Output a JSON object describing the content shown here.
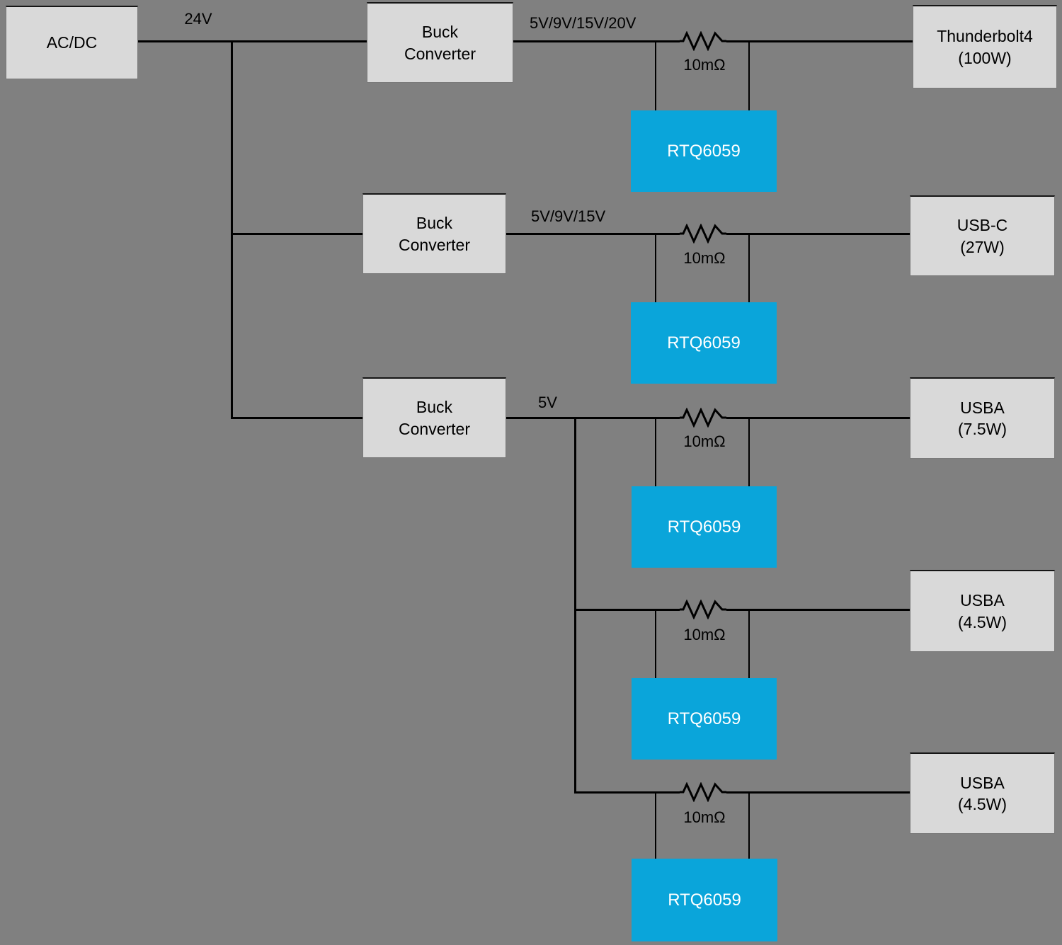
{
  "colors": {
    "background": "#808080",
    "block_fill": "#d9d9d9",
    "monitor_fill": "#0aa5da",
    "wire": "#000000",
    "block_text": "#000000",
    "monitor_text": "#ffffff"
  },
  "source": {
    "label": "AC/DC"
  },
  "bus": {
    "voltage_label": "24V"
  },
  "rows": [
    {
      "converter": "Buck Converter",
      "rail_label": "5V/9V/15V/20V",
      "shunt_value": "10mΩ",
      "monitor": "RTQ6059",
      "load_name": "Thunderbolt4",
      "load_power": "(100W)"
    },
    {
      "converter": "Buck Converter",
      "rail_label": "5V/9V/15V",
      "shunt_value": "10mΩ",
      "monitor": "RTQ6059",
      "load_name": "USB-C",
      "load_power": "(27W)"
    },
    {
      "converter": "Buck Converter",
      "rail_label": "5V",
      "shunt_value": "10mΩ",
      "monitor": "RTQ6059",
      "load_name": "USBA",
      "load_power": "(7.5W)"
    },
    {
      "shunt_value": "10mΩ",
      "monitor": "RTQ6059",
      "load_name": "USBA",
      "load_power": "(4.5W)"
    },
    {
      "shunt_value": "10mΩ",
      "monitor": "RTQ6059",
      "load_name": "USBA",
      "load_power": "(4.5W)"
    }
  ]
}
